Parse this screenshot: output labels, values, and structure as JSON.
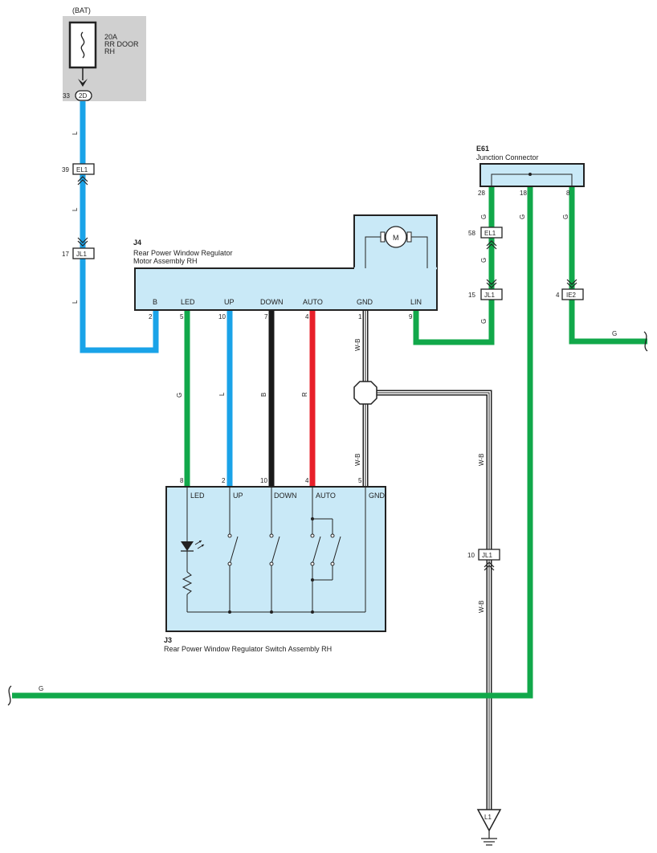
{
  "fuse": {
    "supply": "(BAT)",
    "rating": "20A",
    "name_line1": "RR DOOR",
    "name_line2": "RH"
  },
  "connectors": {
    "c_2d": {
      "name": "2D",
      "pin": "33"
    },
    "c_el1_top": {
      "name": "EL1",
      "pin": "39"
    },
    "c_jl1_top": {
      "name": "JL1",
      "pin": "17"
    },
    "c_el1_right": {
      "name": "EL1",
      "pin": "58"
    },
    "c_jl1_right": {
      "name": "JL1",
      "pin": "15"
    },
    "c_ie2": {
      "name": "IE2",
      "pin": "4"
    },
    "c_jl1_lower": {
      "name": "JL1",
      "pin": "10"
    }
  },
  "motor": {
    "id": "J4",
    "name_line1": "Rear Power Window Regulator",
    "name_line2": "Motor Assembly RH",
    "symbol": "M",
    "terminals": [
      {
        "label": "B",
        "pin": "2"
      },
      {
        "label": "LED",
        "pin": "5"
      },
      {
        "label": "UP",
        "pin": "10"
      },
      {
        "label": "DOWN",
        "pin": "7"
      },
      {
        "label": "AUTO",
        "pin": "4"
      },
      {
        "label": "GND",
        "pin": "1"
      },
      {
        "label": "LIN",
        "pin": "9"
      }
    ]
  },
  "junction": {
    "id": "E61",
    "name": "Junction Connector",
    "pins": [
      "28",
      "18",
      "8"
    ]
  },
  "switch": {
    "id": "J3",
    "name": "Rear Power Window Regulator Switch Assembly RH",
    "terminals": [
      {
        "label": "LED",
        "pin": "8"
      },
      {
        "label": "UP",
        "pin": "2"
      },
      {
        "label": "DOWN",
        "pin": "10"
      },
      {
        "label": "AUTO",
        "pin": "4"
      },
      {
        "label": "GND",
        "pin": "5"
      }
    ]
  },
  "wire_colors": {
    "l": "L",
    "g": "G",
    "b": "B",
    "r": "R",
    "wb": "W-B"
  },
  "ground": {
    "name": "L1"
  },
  "colors": {
    "blue": "#1aa3e8",
    "green": "#11a84a",
    "black": "#1a1a1a",
    "red": "#e8202a",
    "box_fill": "#c9e9f7",
    "fuse_bg": "#d0d0d0"
  }
}
